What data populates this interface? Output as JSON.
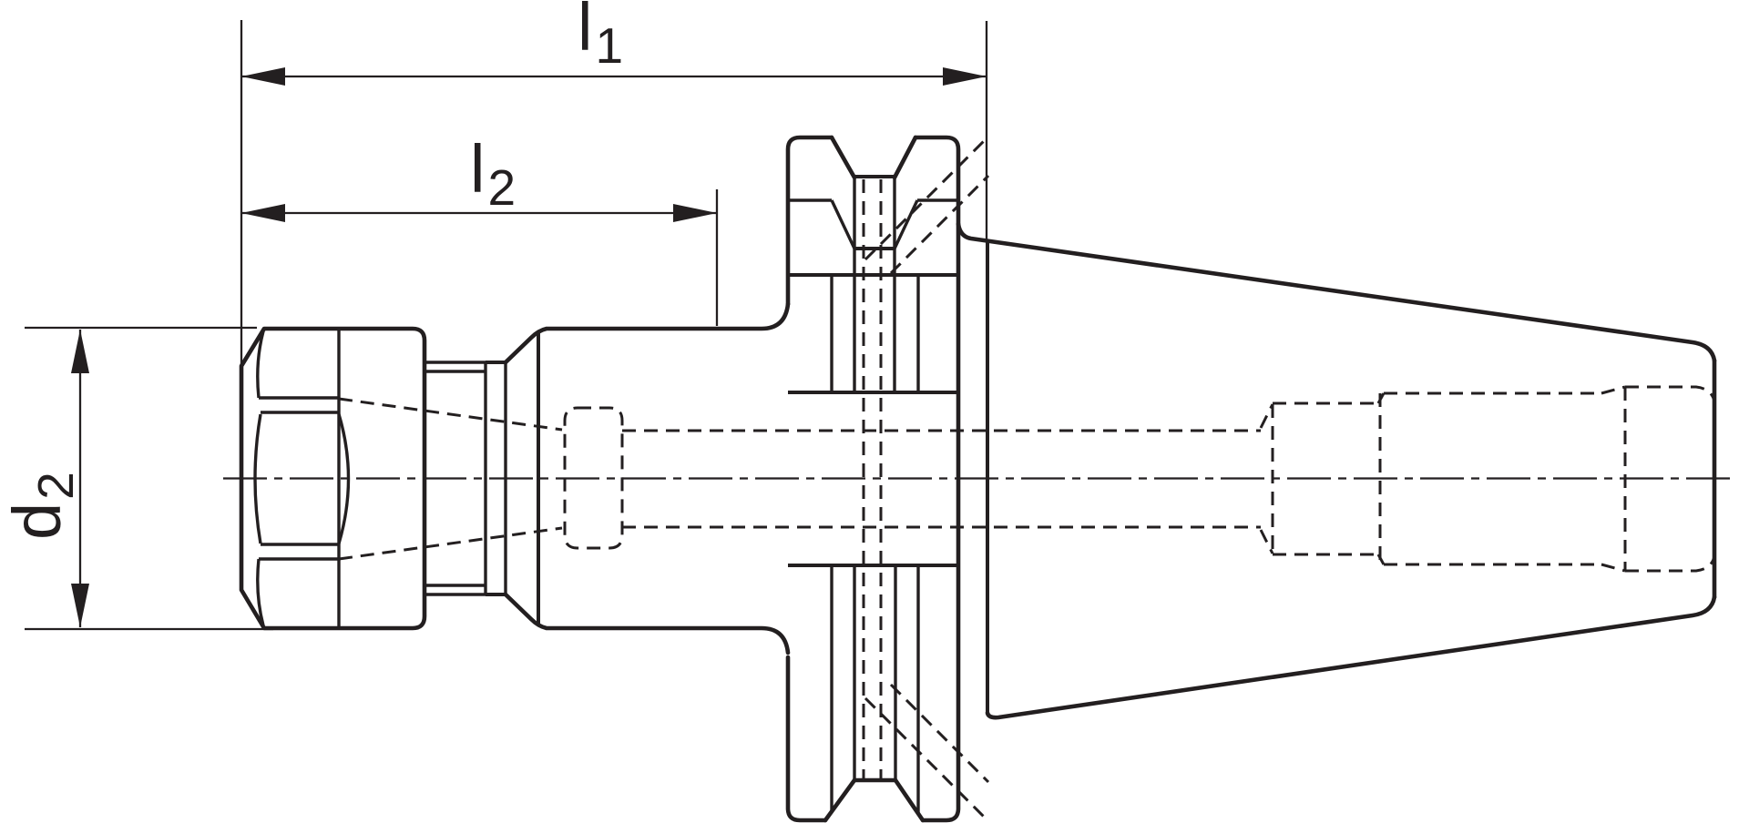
{
  "drawing": {
    "kind": "technical dimension drawing, side view, black line art on white",
    "labels": {
      "l1": {
        "symbol": "l",
        "subscript": "1"
      },
      "l2": {
        "symbol": "l",
        "subscript": "2"
      },
      "d2": {
        "symbol": "d",
        "subscript": "2"
      }
    },
    "colors": {
      "line": "#231f20",
      "background": "#ffffff"
    }
  }
}
